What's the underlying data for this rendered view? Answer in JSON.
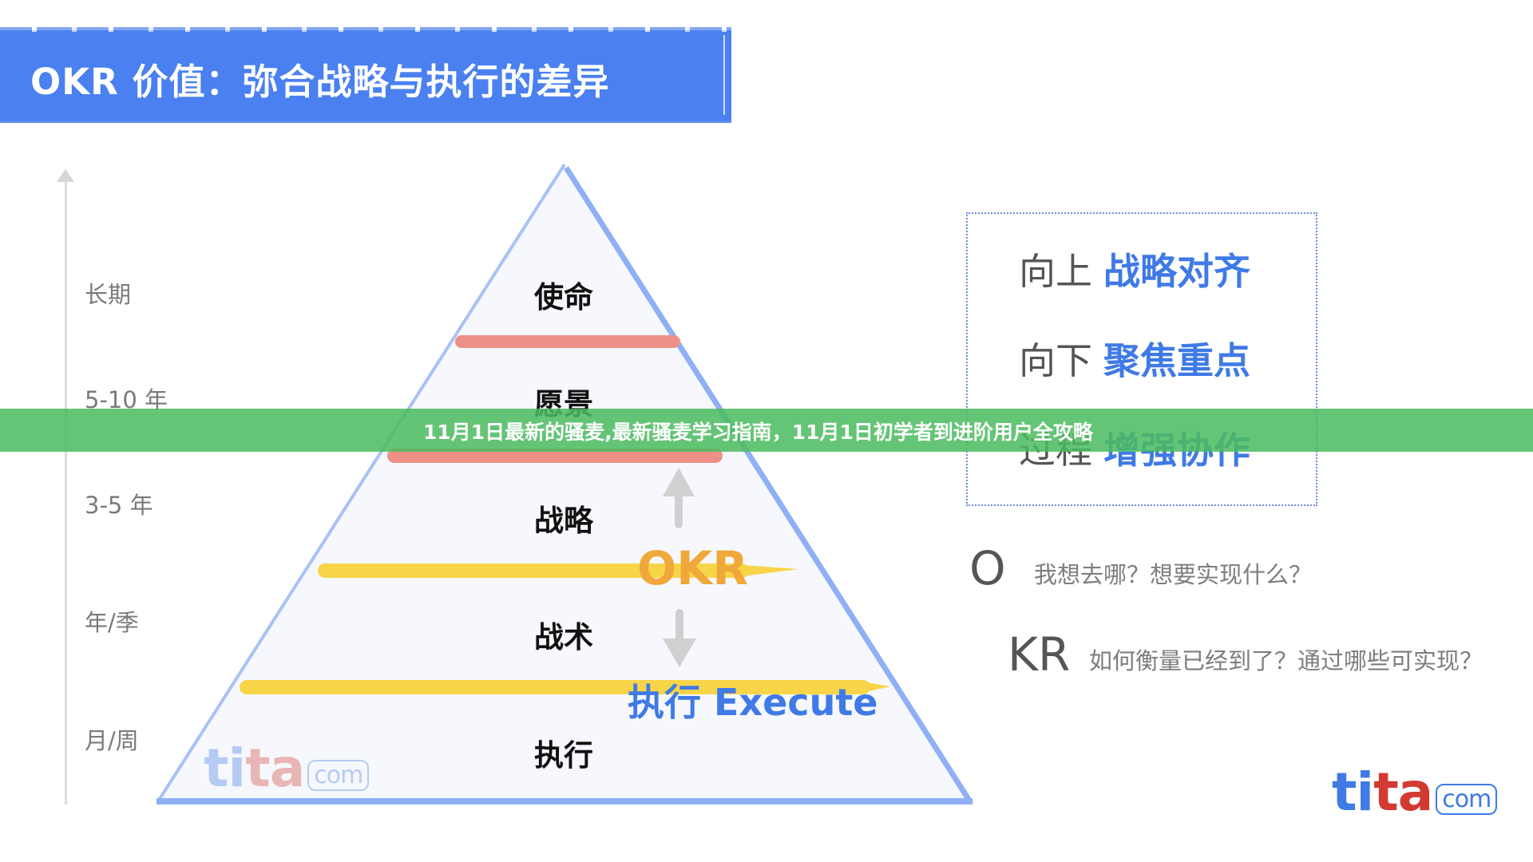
{
  "title": "OKR 价值：弥合战略与执行的差异",
  "banner": {
    "text": "11月1日最新的骚麦,最新骚麦学习指南，11月1日初学者到进阶用户全攻略",
    "color": "#4cbb5f"
  },
  "timeline": {
    "labels": [
      "长期",
      "5-10 年",
      "3-5 年",
      "年/季",
      "月/周"
    ]
  },
  "pyramid": {
    "layers": [
      "使命",
      "愿景",
      "战略",
      "战术",
      "执行"
    ],
    "okr_label": "OKR",
    "execute_label": "执行 Execute",
    "colors": {
      "outline": "#8fb0f4",
      "fill": "#f6f8fd",
      "red_stroke": "#ee9087",
      "yellow_stroke": "#f8d548",
      "okr": "#f0a83a",
      "execute": "#3f7ae6",
      "arrow": "#d0d0d0"
    }
  },
  "alignment_box": {
    "rows": [
      {
        "prefix": "向上",
        "highlight": "战略对齐"
      },
      {
        "prefix": "向下",
        "highlight": "聚焦重点"
      },
      {
        "prefix": "过程",
        "highlight": "增强协作"
      }
    ]
  },
  "definitions": [
    {
      "letter": "O",
      "text": "我想去哪？想要实现什么？"
    },
    {
      "letter": "KR",
      "text": "如何衡量已经到了？通过哪些可实现？"
    }
  ],
  "logo": {
    "part1": "ti",
    "part2": "ta",
    "suffix": "com",
    "colors": {
      "blue": "#3f7ae6",
      "red": "#d23a32"
    }
  }
}
